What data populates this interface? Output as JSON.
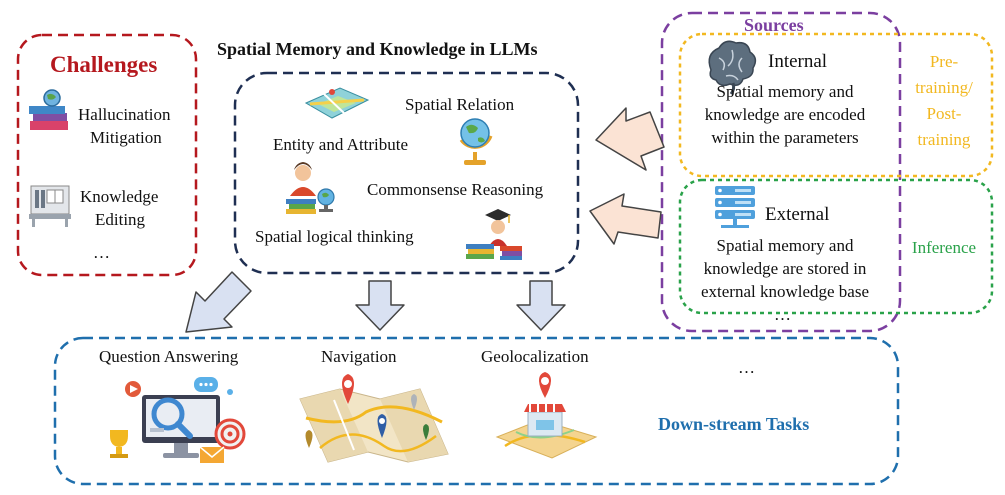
{
  "title": "Spatial Memory and Knowledge in LLMs",
  "challenges": {
    "heading": "Challenges",
    "items": [
      {
        "label": "Hallucination Mitigation",
        "line1": "Hallucination",
        "line2": "Mitigation",
        "icon": "books-globe-icon"
      },
      {
        "label": "Knowledge Editing",
        "line1": "Knowledge",
        "line2": "Editing",
        "icon": "library-icon"
      }
    ],
    "more": "…"
  },
  "core": {
    "items": [
      {
        "label": "Spatial Relation",
        "icon": "map-icon"
      },
      {
        "label": "Entity and Attribute",
        "icon": "globe-icon"
      },
      {
        "label": "Commonsense Reasoning",
        "icon": "student-icon"
      },
      {
        "label": "Spatial logical thinking",
        "icon": "graduate-icon"
      }
    ]
  },
  "sources": {
    "heading": "Sources",
    "internal": {
      "title": "Internal",
      "lines": [
        "Spatial memory and",
        "knowledge are encoded",
        "within the parameters"
      ],
      "phase_lines": [
        "Pre-",
        "training/",
        "Post-",
        "training"
      ]
    },
    "external": {
      "title": "External",
      "lines": [
        "Spatial memory and",
        "knowledge are stored in",
        "external knowledge base"
      ],
      "phase": "Inference"
    },
    "more": "…"
  },
  "tasks": {
    "heading": "Down-stream Tasks",
    "items": [
      {
        "label": "Question Answering",
        "icon": "qa-dashboard-icon"
      },
      {
        "label": "Navigation",
        "icon": "folded-map-icon"
      },
      {
        "label": "Geolocalization",
        "icon": "store-pin-icon"
      }
    ],
    "more": "…"
  },
  "colors": {
    "challenges": "#b5181e",
    "core": "#1f2f52",
    "sources": "#7b3fa0",
    "pretraining": "#f2b820",
    "inference": "#2aa24a",
    "tasks": "#1f6fad",
    "arrow_in_fill": "#fbe3d4",
    "arrow_down_fill": "#d9e1f2"
  }
}
